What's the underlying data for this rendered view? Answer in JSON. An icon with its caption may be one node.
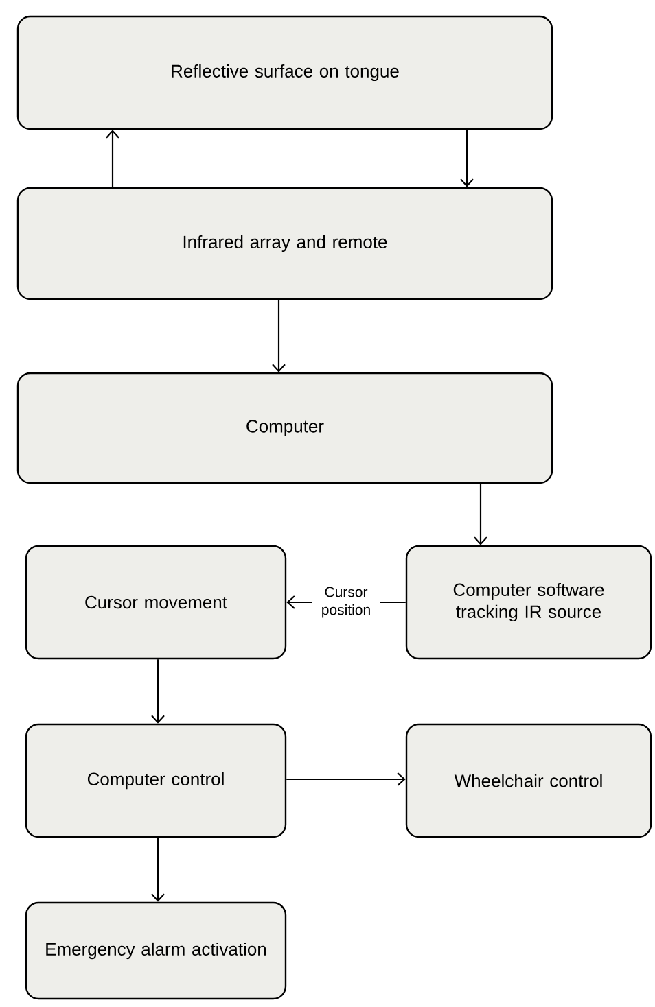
{
  "diagram": {
    "nodes": [
      {
        "text": [
          "Reflective surface on tongue"
        ]
      },
      {
        "text": [
          "Infrared array and remote"
        ]
      },
      {
        "text": [
          "Computer"
        ]
      },
      {
        "text": [
          "Cursor movement"
        ]
      },
      {
        "text": [
          "Computer software tracking IR source"
        ]
      },
      {
        "text": [
          "Computer control"
        ]
      },
      {
        "text": [
          "Wheelchair control"
        ]
      },
      {
        "text": [
          "Emergency alarm activation"
        ]
      }
    ],
    "edges": [
      {
        "from": 1,
        "to": 0,
        "arrow": "to"
      },
      {
        "from": 0,
        "to": 1,
        "arrow": "to"
      },
      {
        "from": 1,
        "to": 2,
        "arrow": "to"
      },
      {
        "from": 2,
        "to": 4,
        "arrow": "to"
      },
      {
        "from": 4,
        "to": 3,
        "arrow": "to",
        "label": "Cursor position"
      },
      {
        "from": 3,
        "to": 5,
        "arrow": "to"
      },
      {
        "from": 5,
        "to": 6,
        "arrow": "to"
      },
      {
        "from": 5,
        "to": 7,
        "arrow": "to"
      }
    ]
  }
}
